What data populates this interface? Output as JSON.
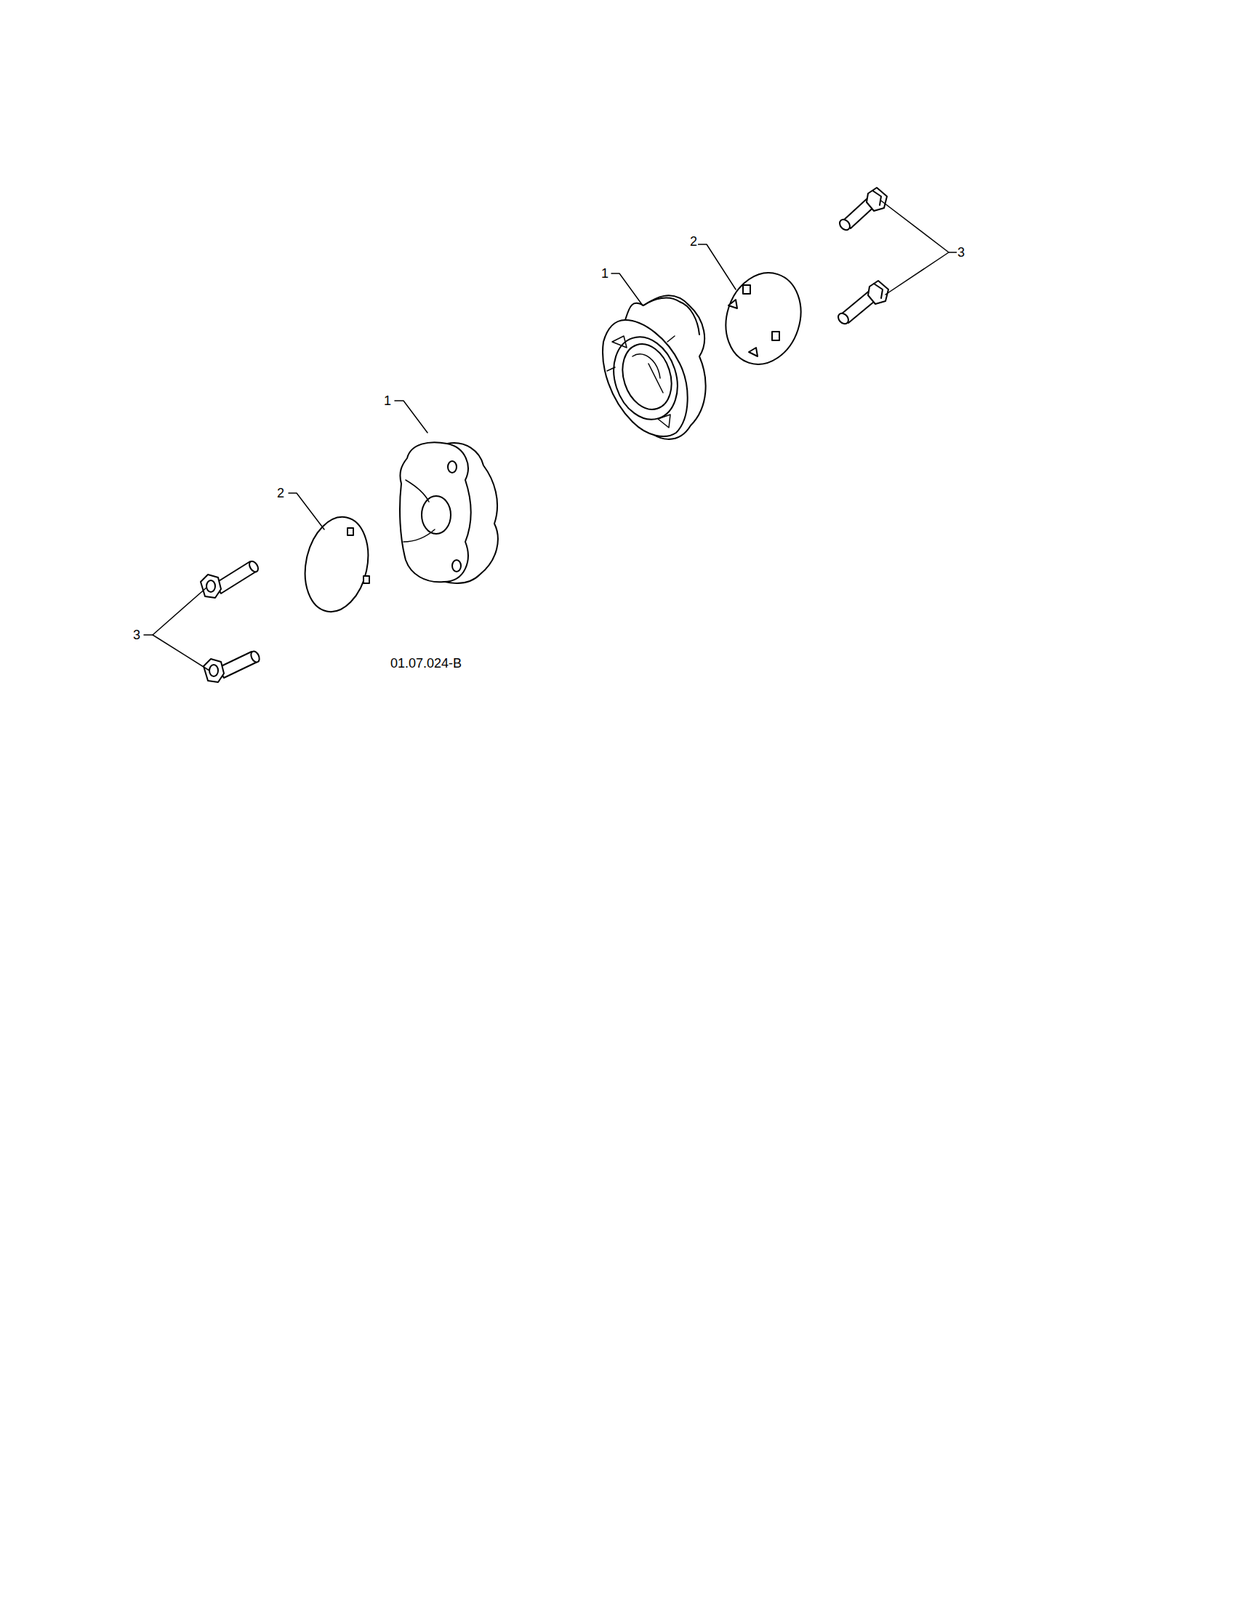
{
  "diagram": {
    "labels": [
      "2",
      "3",
      "1",
      "1",
      "2",
      "3",
      "01.07.024-B"
    ]
  }
}
